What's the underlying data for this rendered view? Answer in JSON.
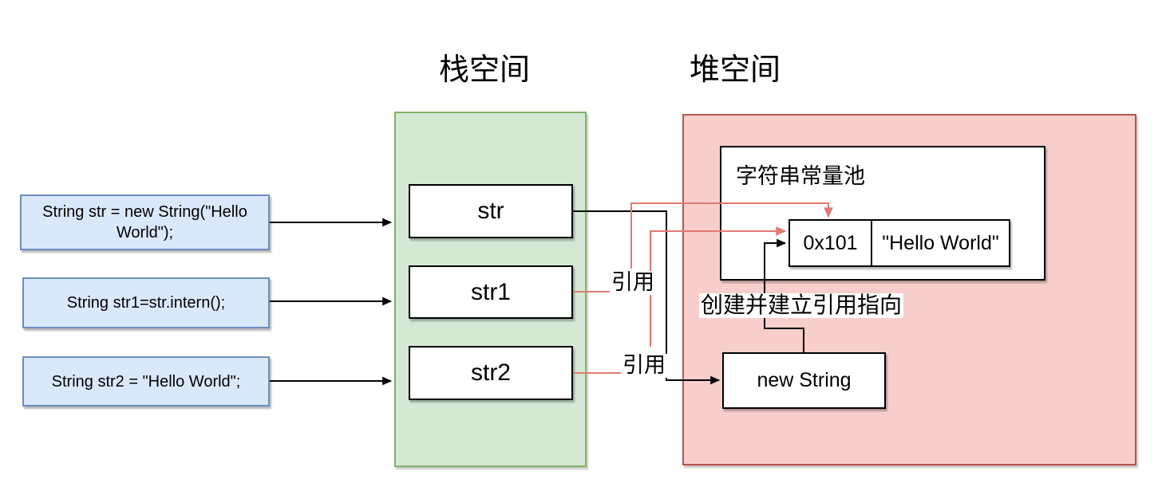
{
  "headers": {
    "stack": "栈空间",
    "heap": "堆空间"
  },
  "code_boxes": [
    {
      "code": "String str = new String(\"Hello World\");"
    },
    {
      "code": "String str1=str.intern();"
    },
    {
      "code": "String str2 = \"Hello World\";"
    }
  ],
  "stack_vars": [
    {
      "name": "str"
    },
    {
      "name": "str1"
    },
    {
      "name": "str2"
    }
  ],
  "heap": {
    "pool_title": "字符串常量池",
    "entry": {
      "address": "0x101",
      "value": "\"Hello World\""
    },
    "new_string": "new String"
  },
  "edge_labels": {
    "ref1": "引用",
    "ref2": "引用",
    "create": "创建并建立引用指向"
  },
  "colors": {
    "code_fill": "#dae8fc",
    "code_stroke": "#6c8ebf",
    "stack_fill": "#d5e8d4",
    "stack_stroke": "#82b366",
    "heap_fill": "#f8cecc",
    "heap_stroke": "#b85450",
    "black_edge": "#000000",
    "ref_edge": "#e07a73"
  }
}
